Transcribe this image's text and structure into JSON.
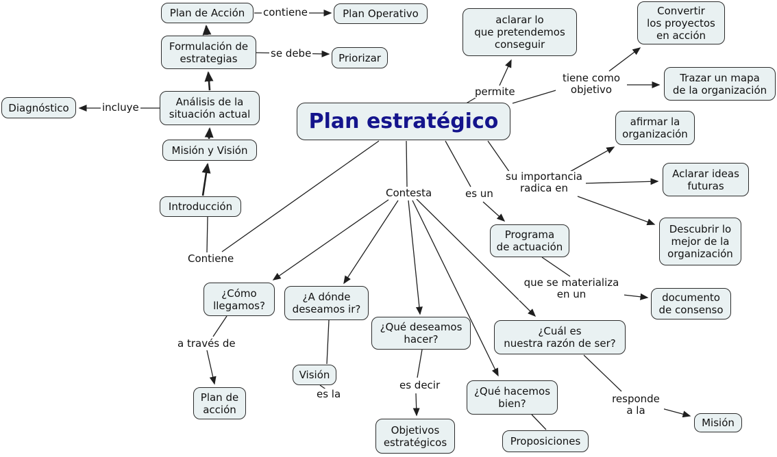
{
  "diagram": {
    "type": "concept-map",
    "main_topic": "Plan estratégico"
  },
  "colors": {
    "background": "#ffffff",
    "node_fill": "#e9f1f2",
    "node_border": "#2b2b2b",
    "title_text": "#14148c",
    "line": "#1f1f1f",
    "text": "#111111"
  },
  "title": {
    "label": "Plan estratégico"
  },
  "nodes": {
    "plan_de_accion_top": {
      "label": "Plan de Acción"
    },
    "plan_operativo": {
      "label": "Plan Operativo"
    },
    "formulacion": {
      "label": "Formulación de\nestrategias"
    },
    "priorizar": {
      "label": "Priorizar"
    },
    "diagnostico": {
      "label": "Diagnóstico"
    },
    "analisis": {
      "label": "Análisis de la\nsituación actual"
    },
    "mision_y_vision": {
      "label": "Misión y Visión"
    },
    "introduccion": {
      "label": "Introducción"
    },
    "aclarar_lo": {
      "label": "aclarar lo\nque pretendemos\nconseguir"
    },
    "convertir": {
      "label": "Convertir\nlos proyectos\nen acción"
    },
    "trazar": {
      "label": "Trazar un mapa\nde la organización"
    },
    "afirmar": {
      "label": "afirmar la\norganización"
    },
    "aclarar_ideas": {
      "label": "Aclarar ideas\nfuturas"
    },
    "descubrir": {
      "label": "Descubrir lo\nmejor de la\norganización"
    },
    "programa": {
      "label": "Programa\nde actuación"
    },
    "documento": {
      "label": "documento\nde consenso"
    },
    "como_llegamos": {
      "label": "¿Cómo\nllegamos?"
    },
    "a_donde": {
      "label": "¿A dónde\ndeseamos ir?"
    },
    "que_deseamos": {
      "label": "¿Qué deseamos\nhacer?"
    },
    "cual_es": {
      "label": "¿Cuál es\nnuestra razón de ser?"
    },
    "plan_de_accion_bottom": {
      "label": "Plan de\nacción"
    },
    "vision": {
      "label": "Visión"
    },
    "objetivos": {
      "label": "Objetivos\nestratégicos"
    },
    "que_hacemos": {
      "label": "¿Qué hacemos\nbien?"
    },
    "proposiciones": {
      "label": "Proposiciones"
    },
    "mision": {
      "label": "Misión"
    }
  },
  "link_labels": {
    "contiene_top": {
      "label": "contiene"
    },
    "se_debe": {
      "label": "se debe"
    },
    "incluye": {
      "label": "incluye"
    },
    "permite": {
      "label": "permite"
    },
    "tiene_como": {
      "label": "tiene como\nobjetivo"
    },
    "su_importancia": {
      "label": "su importancia\nradica en"
    },
    "es_un": {
      "label": "es un"
    },
    "contesta": {
      "label": "Contesta"
    },
    "contiene_chain": {
      "label": "Contiene"
    },
    "que_se_materializa": {
      "label": "que se materializa\nen un"
    },
    "a_traves_de": {
      "label": "a través de"
    },
    "es_la": {
      "label": "es la"
    },
    "es_decir": {
      "label": "es decir"
    },
    "responde_a_la": {
      "label": "responde\na la"
    }
  }
}
